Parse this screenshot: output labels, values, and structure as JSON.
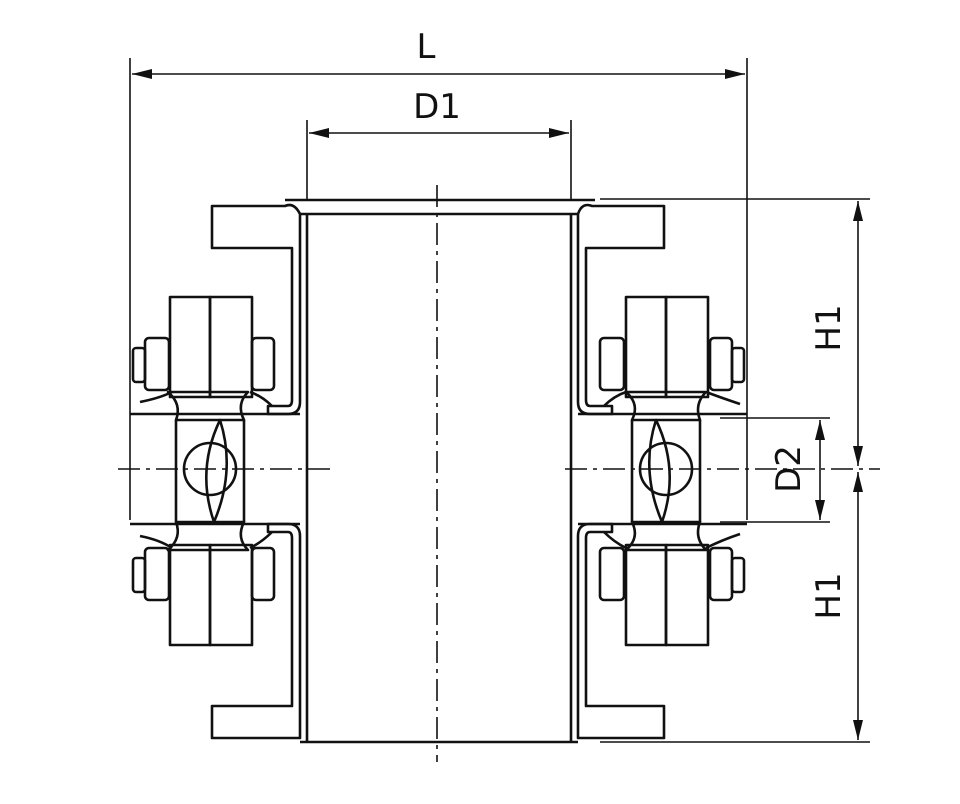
{
  "title": "",
  "colors": {
    "line": "#111111",
    "background": "#ffffff"
  },
  "dimensions": {
    "overall_length": "L",
    "pipe_diameter": "D1",
    "gap_diameter": "D2",
    "height_upper": "H1",
    "height_lower": "H1"
  }
}
